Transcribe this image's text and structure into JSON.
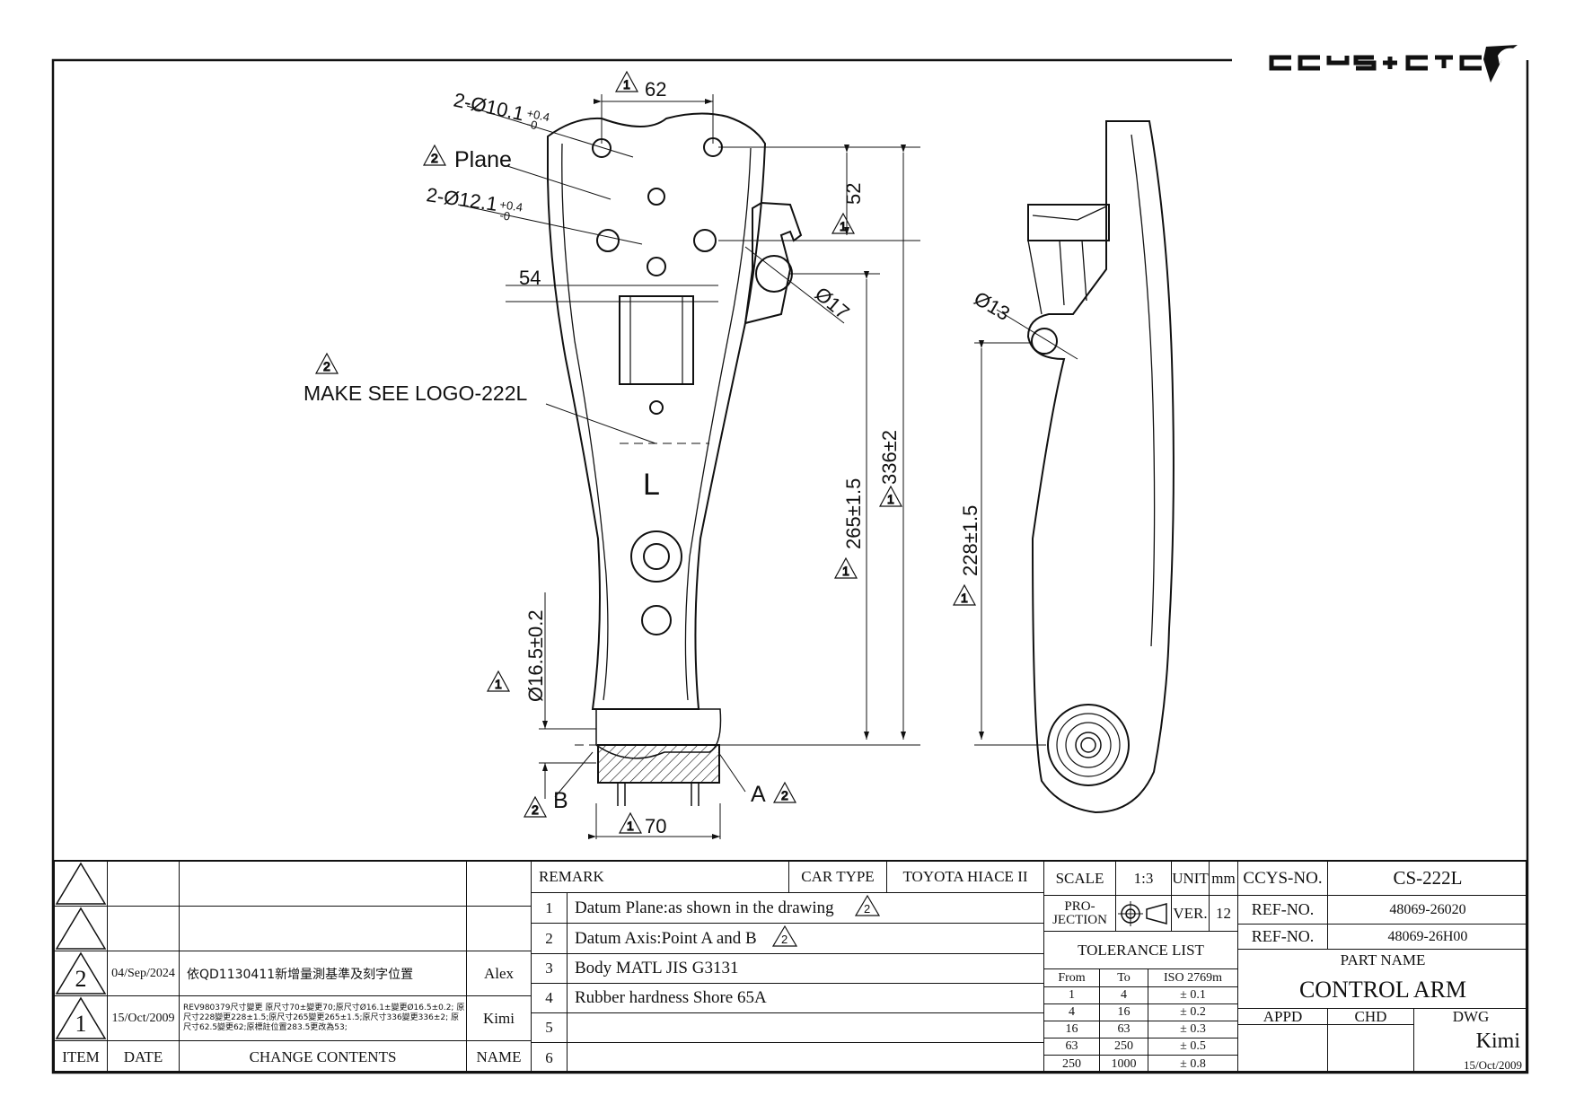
{
  "logo": {
    "brand": "CCYS+CTC"
  },
  "dims": {
    "d62": "62",
    "d52": "52",
    "d54": "54",
    "d70": "70",
    "hole1": "2-Ø10.1",
    "hole1_tol": "+0.4",
    "hole1_tol2": "-0",
    "hole2": "2-Ø12.1",
    "hole2_tol": "+0.4",
    "hole2_tol2": "-0",
    "phi17": "Ø17",
    "phi13": "Ø13",
    "d265": "265±1.5",
    "d336": "336±2",
    "d228": "228±1.5",
    "d165": "Ø16.5±0.2"
  },
  "labels": {
    "plane": "Plane",
    "logo_note": "MAKE SEE LOGO-222L",
    "side": "L",
    "point_a": "A",
    "point_b": "B",
    "rev1": "1",
    "rev2": "2"
  },
  "revisions": {
    "header": {
      "item": "ITEM",
      "date": "DATE",
      "contents": "CHANGE CONTENTS",
      "name": "NAME"
    },
    "rows": [
      {
        "item": "2",
        "date": "04/Sep/2024",
        "contents": "依QD1130411新增量測基準及刻字位置",
        "name": "Alex"
      },
      {
        "item": "1",
        "date": "15/Oct/2009",
        "contents": "REV980379尺寸變更 原尺寸70±變更70;原尺寸Ø16.1±變更Ø16.5±0.2; 原尺寸228變更228±1.5;原尺寸265變更265±1.5;原尺寸336變更336±2; 原尺寸62.5變更62;原標註位置283.5更改為53;",
        "name": "Kimi"
      }
    ]
  },
  "remarks": {
    "title": "REMARK",
    "items": [
      {
        "no": "1",
        "text": "Datum Plane:as shown in the drawing"
      },
      {
        "no": "2",
        "text": "Datum Axis:Point A and B"
      },
      {
        "no": "3",
        "text": "Body MATL JIS G3131"
      },
      {
        "no": "4",
        "text": "Rubber hardness Shore 65A"
      },
      {
        "no": "5",
        "text": ""
      },
      {
        "no": "6",
        "text": ""
      }
    ]
  },
  "car": {
    "label": "CAR TYPE",
    "value": "TOYOTA HIACE II"
  },
  "scale": {
    "label": "SCALE",
    "value": "1:3",
    "unit_label": "UNIT",
    "unit": "mm"
  },
  "projection": {
    "label1": "PRO-",
    "label2": "JECTION",
    "ver_label": "VER.",
    "ver": "12"
  },
  "tolerance": {
    "title": "TOLERANCE LIST",
    "head": [
      "From",
      "To",
      "ISO 2769m"
    ],
    "rows": [
      [
        "1",
        "4",
        "± 0.1"
      ],
      [
        "4",
        "16",
        "± 0.2"
      ],
      [
        "16",
        "63",
        "± 0.3"
      ],
      [
        "63",
        "250",
        "± 0.5"
      ],
      [
        "250",
        "1000",
        "± 0.8"
      ]
    ]
  },
  "part": {
    "ccys_label": "CCYS-NO.",
    "ccys": "CS-222L",
    "ref_label": "REF-NO.",
    "ref1": "48069-26020",
    "ref2": "48069-26H00",
    "name_label": "PART NAME",
    "name": "CONTROL ARM",
    "appd": "APPD",
    "chd": "CHD",
    "dwg": "DWG",
    "drawer": "Kimi",
    "date": "15/Oct/2009"
  }
}
